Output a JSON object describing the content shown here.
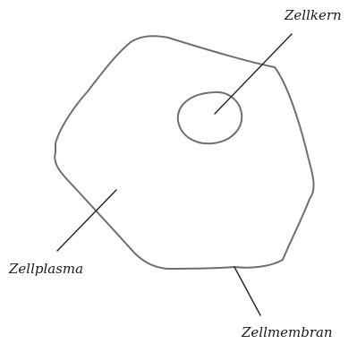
{
  "diagram": {
    "labels": {
      "nucleus": "Zellkern",
      "cytoplasm": "Zellplasma",
      "membrane": "Zellmembran"
    },
    "colors": {
      "outline": "#6f6f6f",
      "leader": "#222222",
      "text": "#1a1a1a",
      "background": "#ffffff"
    }
  }
}
